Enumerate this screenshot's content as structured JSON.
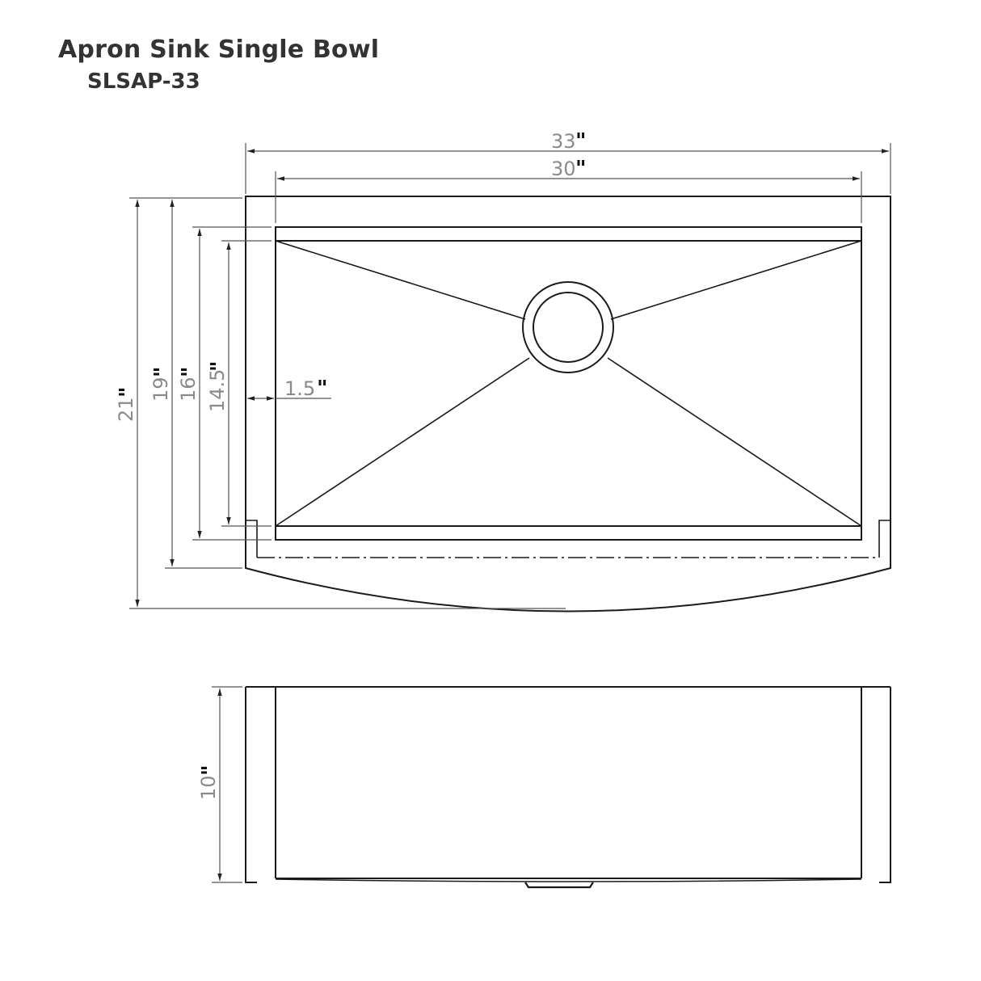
{
  "header": {
    "title": "Apron Sink Single Bowl",
    "model": "SLSAP-33"
  },
  "top_view": {
    "dimensions": {
      "overall_width": {
        "value": "33",
        "unit": "\""
      },
      "bowl_width": {
        "value": "30",
        "unit": "\""
      },
      "overall_depth": {
        "value": "21",
        "unit": "\""
      },
      "side_depth": {
        "value": "19",
        "unit": "\""
      },
      "bowl_depth_outer": {
        "value": "16",
        "unit": "\""
      },
      "bowl_depth_inner": {
        "value": "14.5",
        "unit": "\""
      },
      "side_wall": {
        "value": "1.5",
        "unit": "\""
      }
    },
    "features": [
      "drain-hole",
      "sloped-bottom-creases",
      "curved-apron-front",
      "dash-dot-cabinet-line"
    ]
  },
  "front_view": {
    "dimensions": {
      "bowl_height": {
        "value": "10",
        "unit": "\""
      }
    },
    "features": [
      "drain-stub"
    ]
  },
  "colors": {
    "line": "#1a1a1a",
    "dimension_line": "#555555",
    "dimension_text": "#8a8a8a",
    "title_text": "#333333"
  }
}
